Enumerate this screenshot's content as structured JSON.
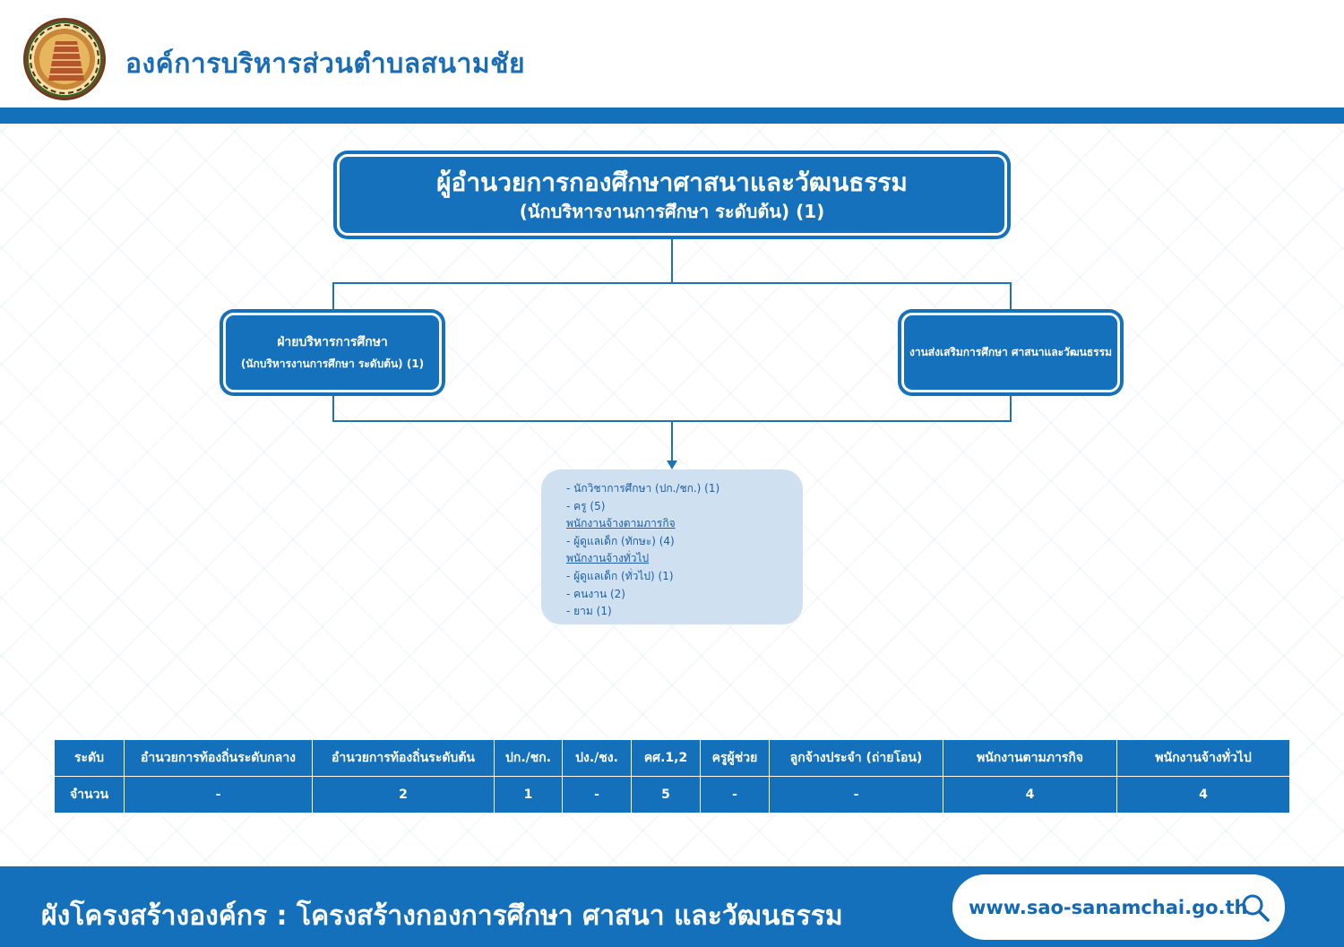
{
  "header": {
    "org_name": "องค์การบริหารส่วนตำบลสนามชัย"
  },
  "chart": {
    "top": {
      "title": "ผู้อำนวยการกองศึกษาศาสนาและวัฒนธรรม",
      "subtitle": "(นักบริหารงานการศึกษา ระดับต้น) (1)"
    },
    "left": {
      "title": "ฝ่ายบริหารการศึกษา",
      "subtitle": "(นักบริหารงานการศึกษา ระดับต้น) (1)"
    },
    "right": {
      "title": "งานส่งเสริมการศึกษา ศาสนาและวัฒนธรรม"
    },
    "staff": [
      "- นักวิชาการศึกษา (ปก./ชก.) (1)",
      "- ครู (5)",
      "พนักงานจ้างตามภารกิจ",
      "- ผู้ดูแลเด็ก (ทักษะ) (4)",
      "พนักงานจ้างทั่วไป",
      "- ผู้ดูแลเด็ก (ทั่วไป) (1)",
      "- คนงาน (2)",
      "- ยาม (1)"
    ]
  },
  "table": {
    "headers": [
      "ระดับ",
      "อำนวยการท้องถิ่นระดับกลาง",
      "อำนวยการท้องถิ่นระดับต้น",
      "ปก./ชก.",
      "ปง./ชง.",
      "คศ.1,2",
      "ครูผู้ช่วย",
      "ลูกจ้างประจำ (ถ่ายโอน)",
      "พนักงานตามภารกิจ",
      "พนักงานจ้างทั่วไป"
    ],
    "values": [
      "จำนวน",
      "-",
      "2",
      "1",
      "-",
      "5",
      "-",
      "-",
      "4",
      "4"
    ]
  },
  "footer": {
    "title": "ผังโครงสร้างองค์กร : โครงสร้างกองการศึกษา ศาสนา และวัฒนธรรม",
    "url": "www.sao-sanamchai.go.th"
  },
  "colors": {
    "primary": "#1470bb",
    "staff_bg": "#cfe1f0",
    "staff_text": "#1b5fa6"
  }
}
